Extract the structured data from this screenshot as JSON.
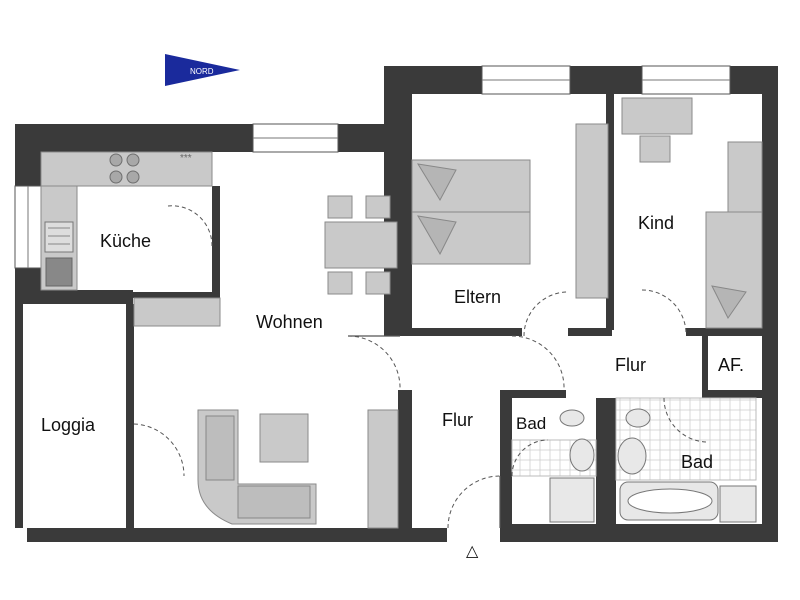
{
  "compass": {
    "label": "NORD",
    "color": "#1a2a9c"
  },
  "rooms": {
    "kueche": "Küche",
    "wohnen": "Wohnen",
    "loggia": "Loggia",
    "eltern": "Eltern",
    "kind": "Kind",
    "flur_top": "Flur",
    "flur_main": "Flur",
    "af": "AF.",
    "bad_small": "Bad",
    "bad_large": "Bad"
  },
  "entrance_marker": "△",
  "colors": {
    "wall": "#3a3a3a",
    "furniture": "#c9c9c9",
    "floor": "#ffffff"
  }
}
